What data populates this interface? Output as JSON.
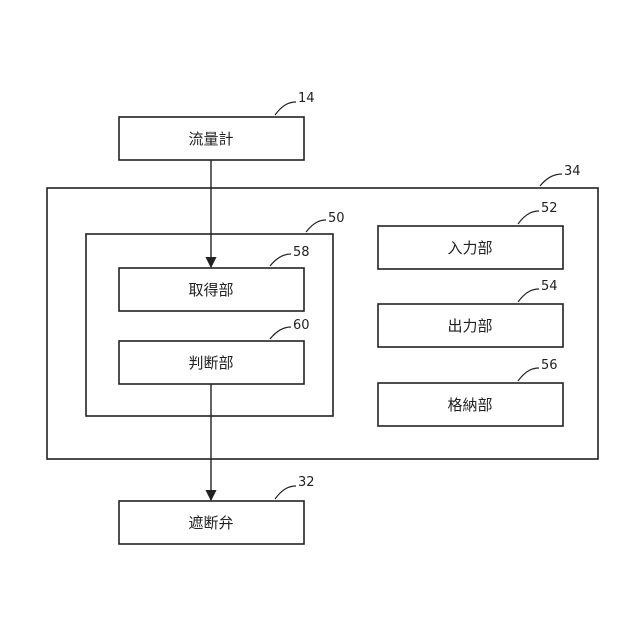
{
  "nodes": {
    "flowmeter": {
      "ref": "14",
      "label": "流量計"
    },
    "controller": {
      "ref": "34"
    },
    "processor": {
      "ref": "50"
    },
    "acquisition": {
      "ref": "58",
      "label": "取得部"
    },
    "judgment": {
      "ref": "60",
      "label": "判断部"
    },
    "input": {
      "ref": "52",
      "label": "入力部"
    },
    "output": {
      "ref": "54",
      "label": "出力部"
    },
    "storage": {
      "ref": "56",
      "label": "格納部"
    },
    "shutoff_valve": {
      "ref": "32",
      "label": "遮断弁"
    }
  },
  "edges": [
    {
      "from": "flowmeter",
      "to": "acquisition"
    },
    {
      "from": "judgment",
      "to": "shutoff_valve"
    }
  ],
  "colors": {
    "line": "#222222",
    "background": "#ffffff"
  }
}
